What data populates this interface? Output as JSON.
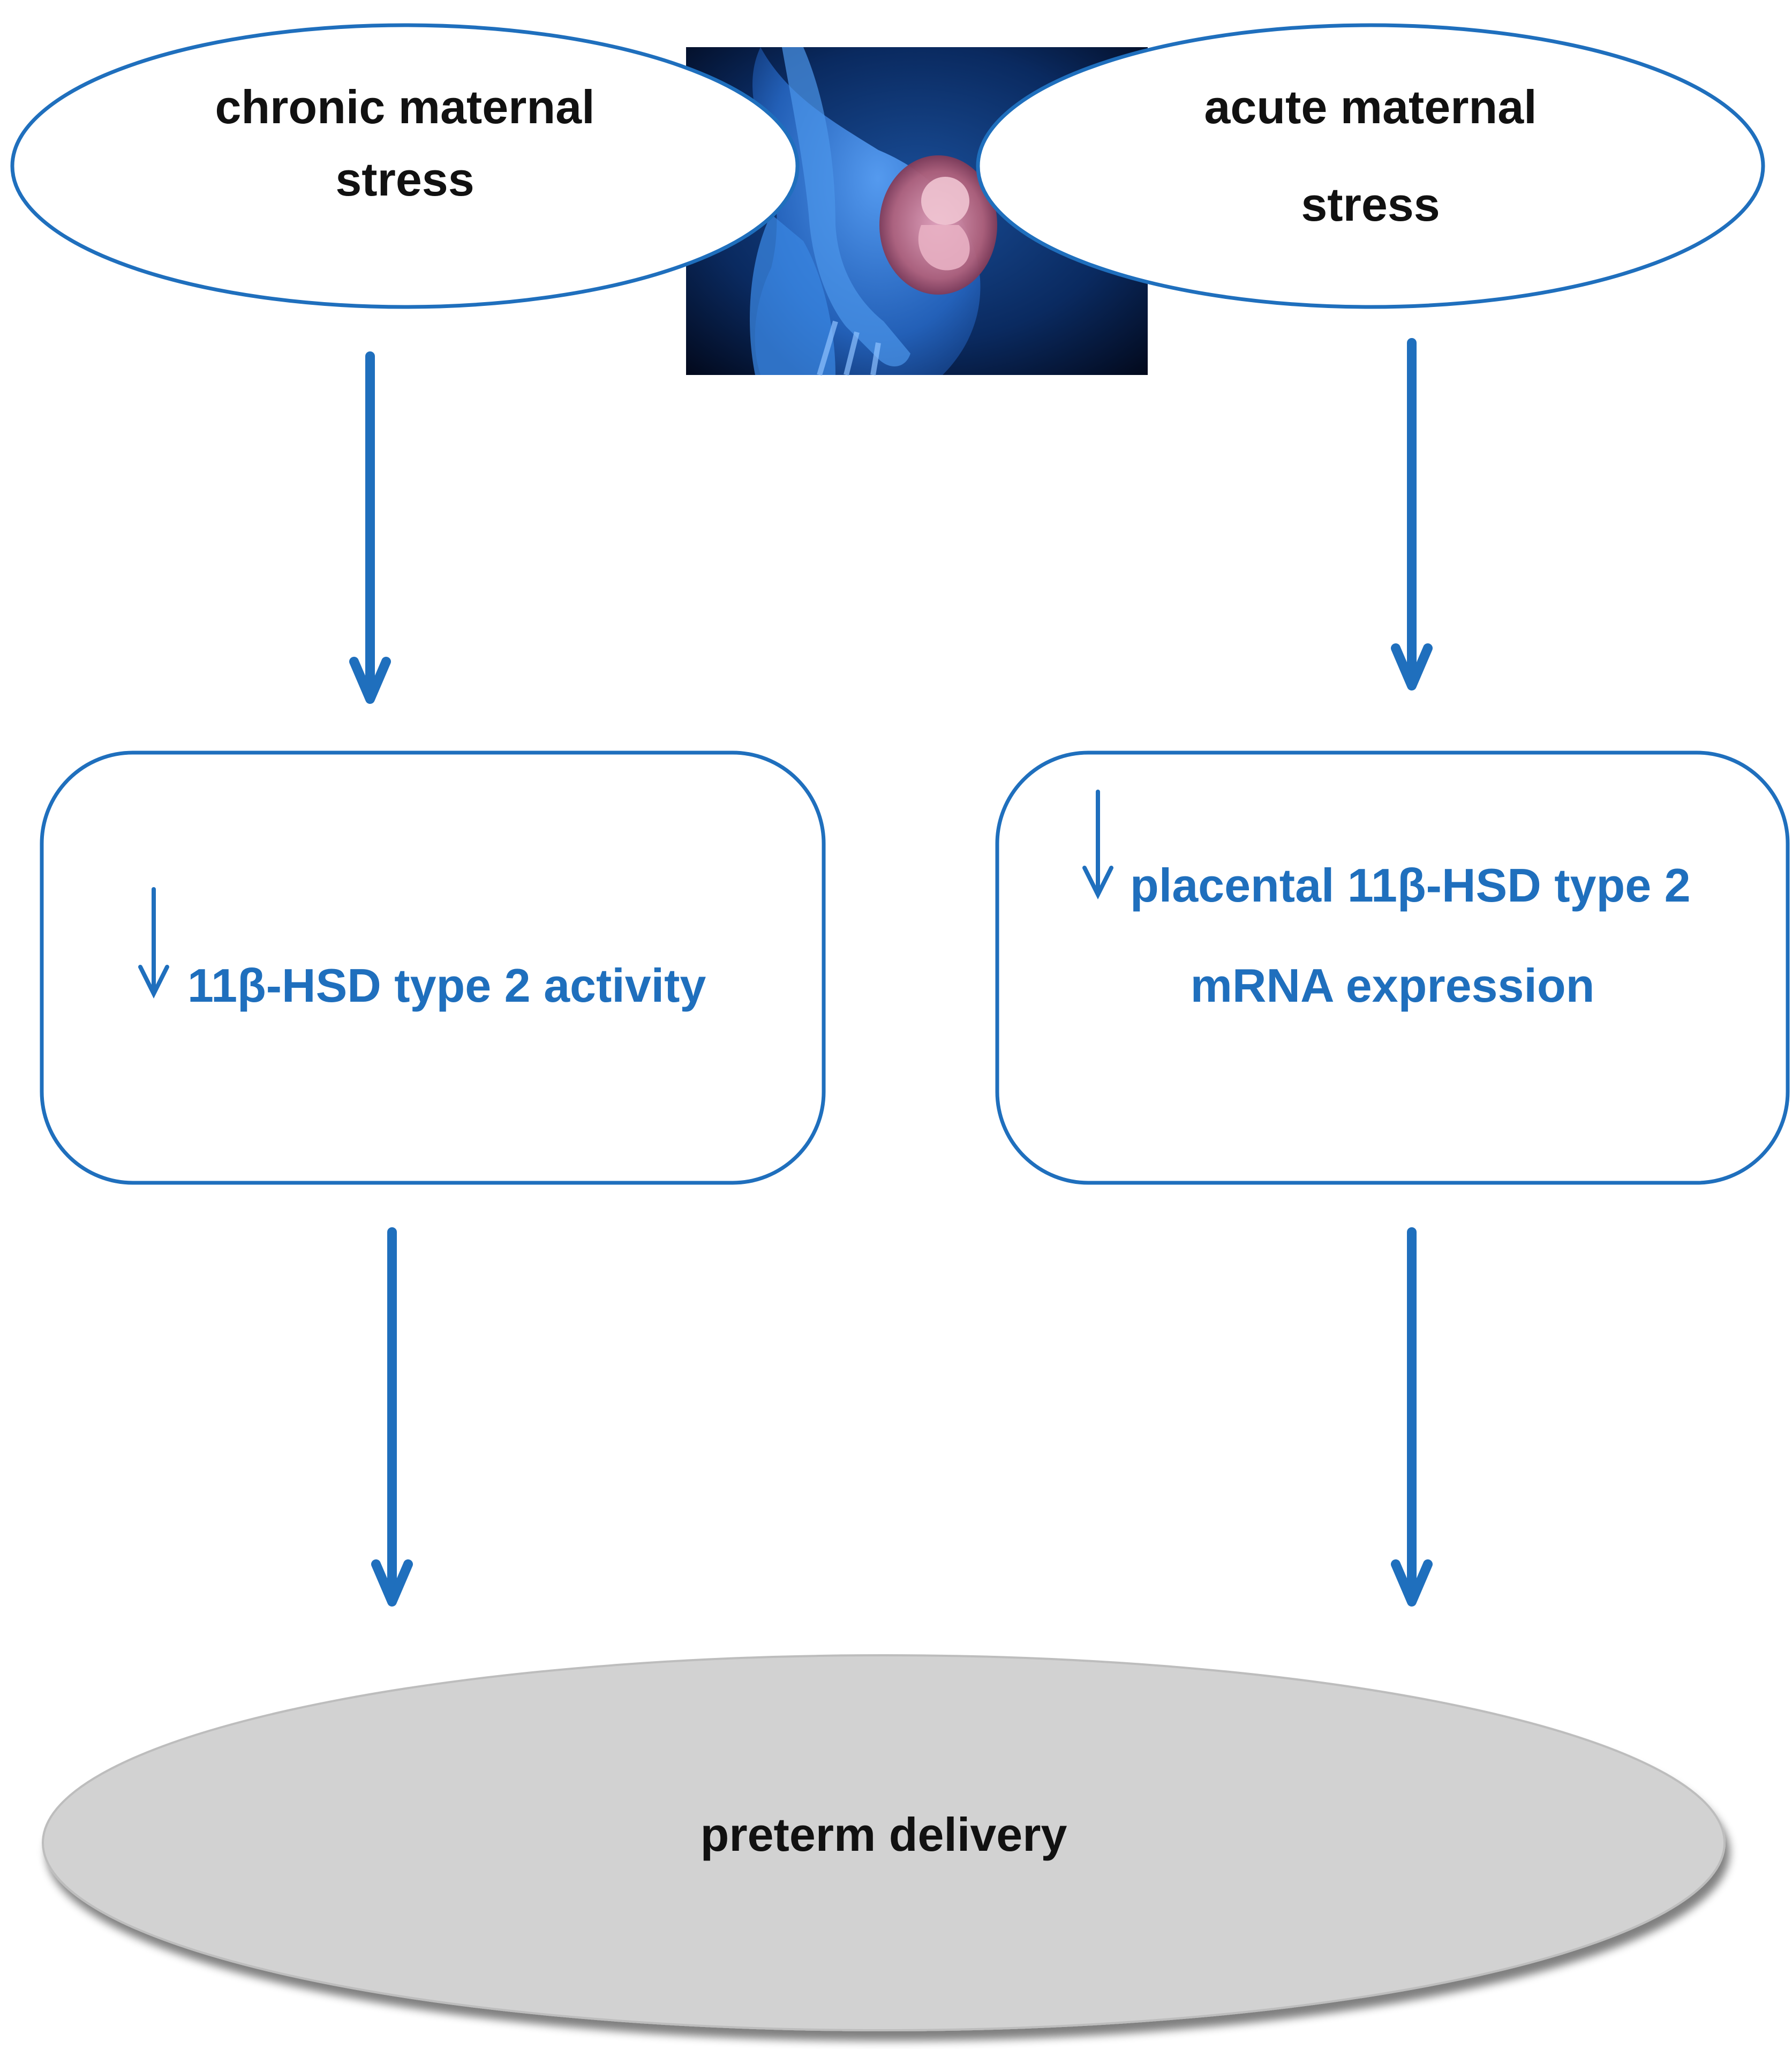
{
  "nodes": {
    "chronic": {
      "line1": "chronic maternal",
      "line2": "stress"
    },
    "acute": {
      "line1": "acute maternal",
      "line2": "stress"
    },
    "left_box": {
      "line1": "11β-HSD type 2 activity"
    },
    "right_box": {
      "line1": "placental 11β-HSD type 2",
      "line2": "mRNA expression"
    },
    "outcome": {
      "label": "preterm delivery"
    }
  },
  "image": {
    "icon": "pregnant-woman-illustration"
  },
  "colors": {
    "accent": "#1f6fbd",
    "outcome_fill": "#d2d2d2",
    "text_dark": "#111111",
    "image_bg": "#0a1f44",
    "body_blue": "#2f7fd8",
    "fetus": "#b0607a"
  }
}
